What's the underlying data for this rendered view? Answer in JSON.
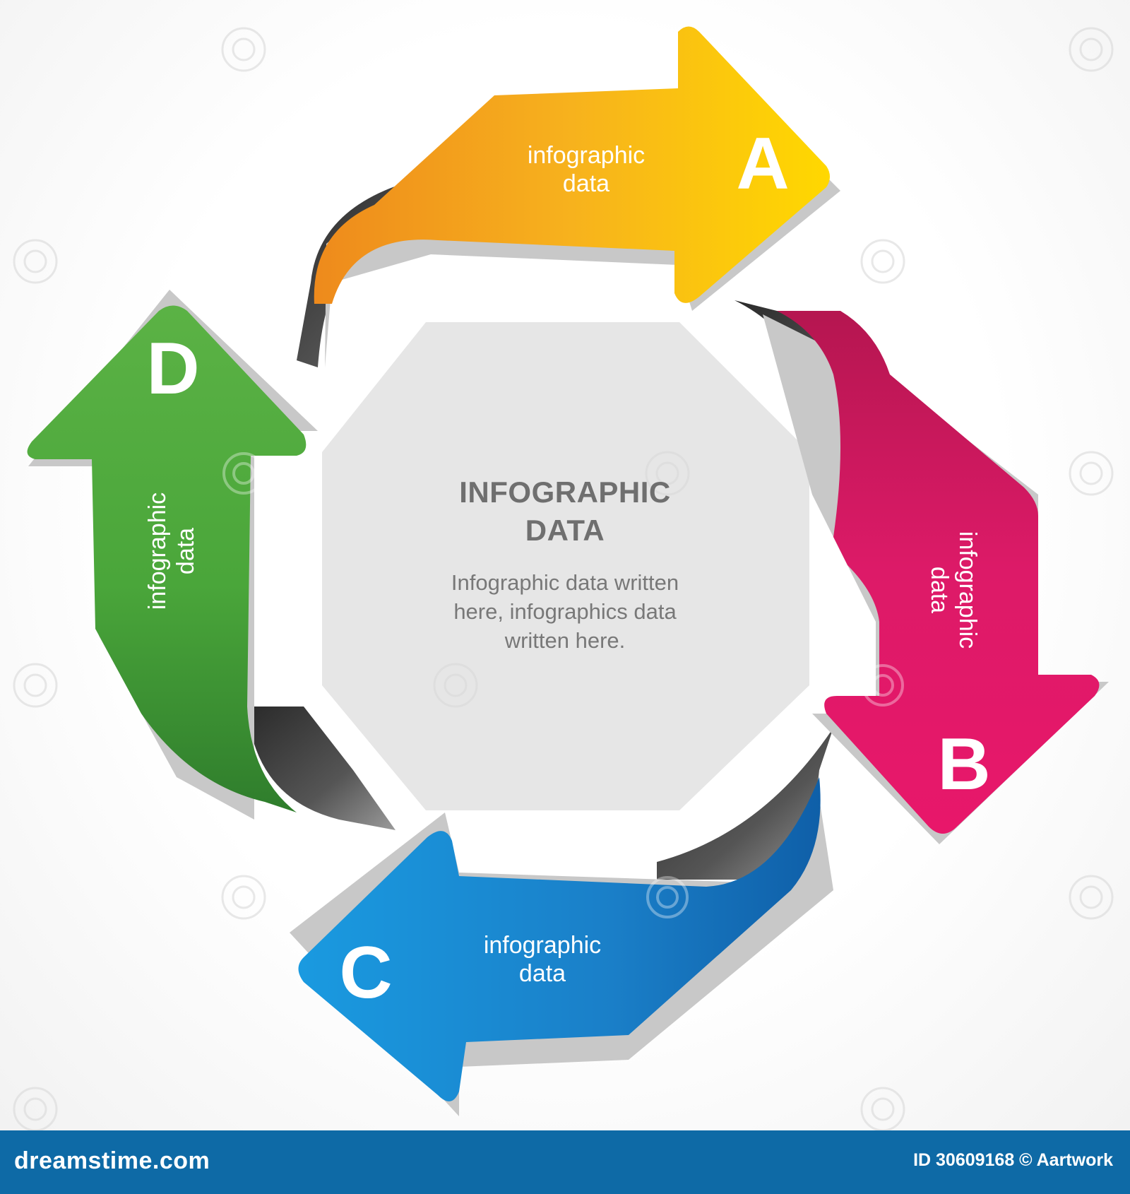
{
  "center": {
    "title_line1": "INFOGRAPHIC",
    "title_line2": "DATA",
    "body_line1": "Infographic data written",
    "body_line2": "here, infographics data",
    "body_line3": "written here."
  },
  "arrows": {
    "a": {
      "letter": "A",
      "line1": "infographic",
      "line2": "data",
      "color": "#f5b21a"
    },
    "b": {
      "letter": "B",
      "line1": "infographic",
      "line2": "data",
      "color": "#d81b6a"
    },
    "c": {
      "letter": "C",
      "line1": "infographic",
      "line2": "data",
      "color": "#1a8fd8"
    },
    "d": {
      "letter": "D",
      "line1": "infographic",
      "line2": "data",
      "color": "#4aa63a"
    }
  },
  "footer": {
    "site": "dreamstime.com",
    "id_text": "ID 30609168 © Aartwork"
  }
}
